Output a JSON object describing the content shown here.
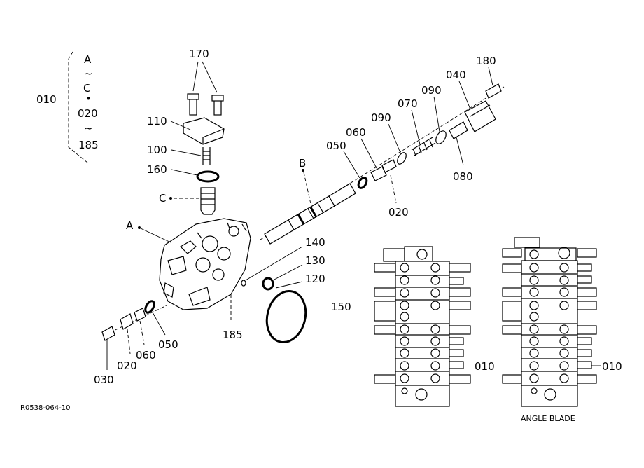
{
  "labels": {
    "l010_main": "010",
    "l170": "170",
    "l180": "180",
    "l040": "040",
    "l110": "110",
    "l090a": "090",
    "l070": "070",
    "l090b": "090",
    "l060a": "060",
    "l050a": "050",
    "l100": "100",
    "l160": "160",
    "l080": "080",
    "lB": "B",
    "lC": "C",
    "l020a": "020",
    "lA": "A",
    "l140": "140",
    "l130": "130",
    "l120": "120",
    "l150": "150",
    "l185b": "185",
    "l050b": "050",
    "l060b": "060",
    "l020b": "020",
    "l030": "030",
    "l010_left": "010",
    "l010_right": "010"
  },
  "legend_bracket": {
    "line1": "A",
    "line2": "~",
    "line3": "C",
    "line4": "•",
    "line5": "020",
    "line6": "~",
    "line7": "185"
  },
  "figure_code": "R0538-064-10",
  "angle_blade_caption": "ANGLE BLADE"
}
